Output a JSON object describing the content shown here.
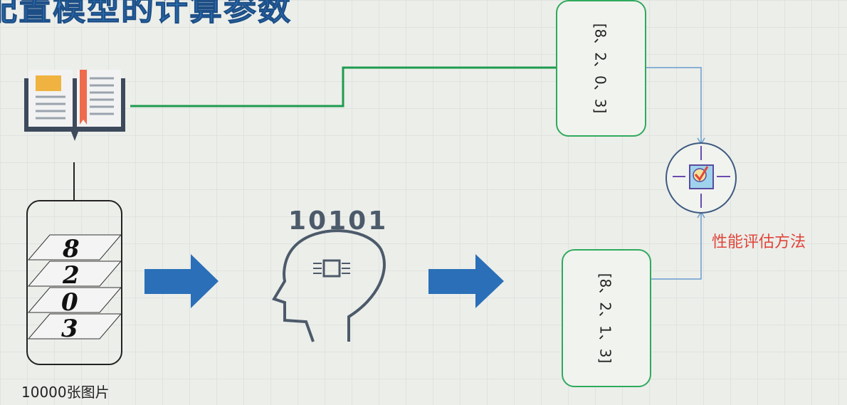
{
  "title": "配置模型的计算参数",
  "top_output": "[8、2、0、3]",
  "bottom_output": "[8、2、1、3]",
  "dataset_caption": "10000张图片",
  "evaluation_label": "性能评估方法",
  "binary_label": "10101",
  "colors": {
    "title": "#2f77c0",
    "green_line": "#1e9b4f",
    "arrow": "#2a6fb8",
    "method": "#e0453a"
  }
}
